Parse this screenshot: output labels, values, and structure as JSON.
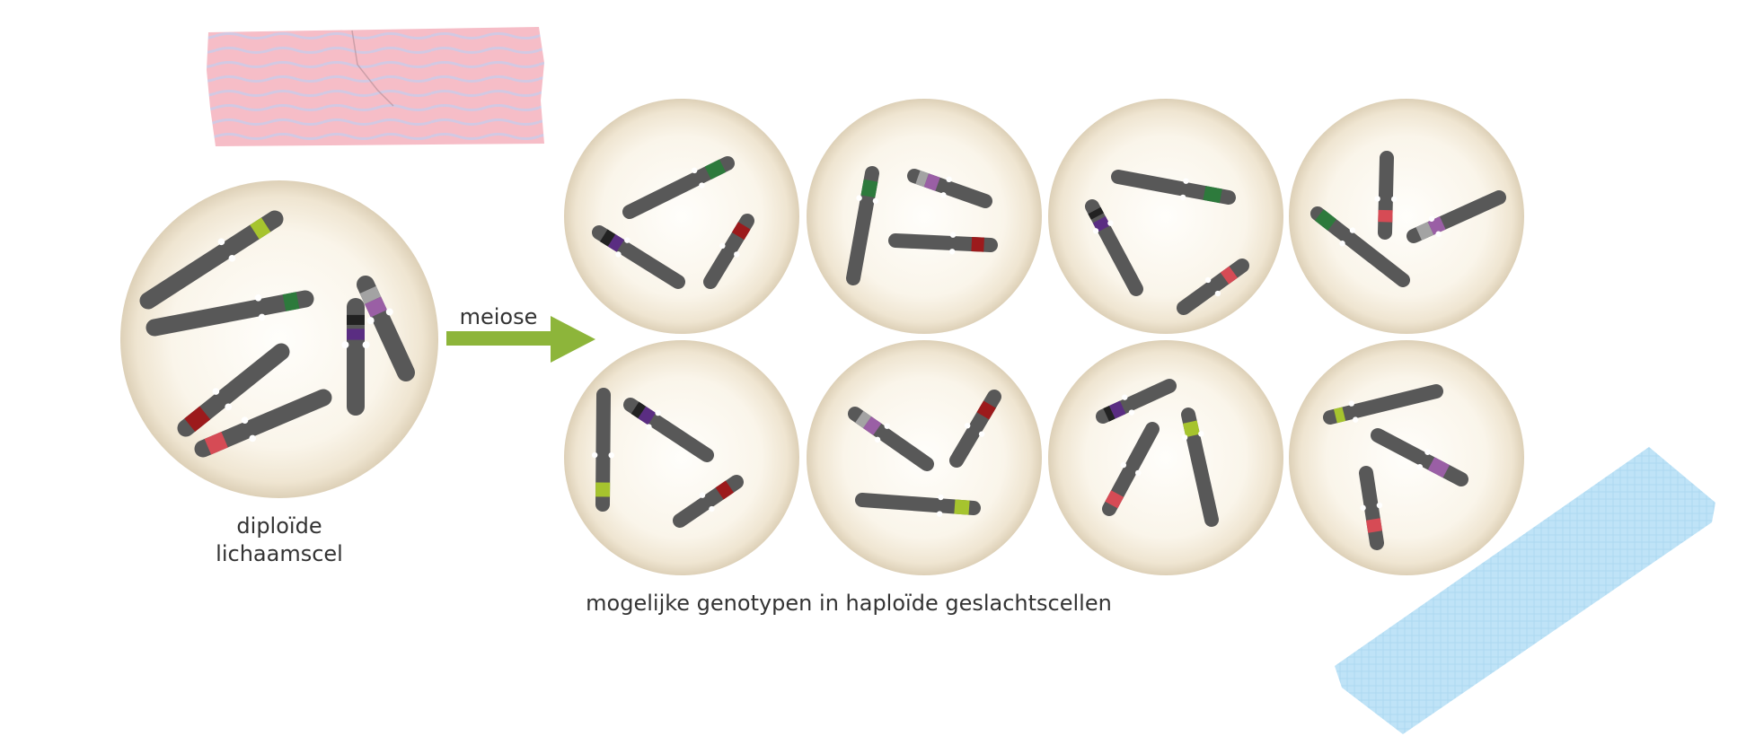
{
  "labels": {
    "process": "meiose",
    "diploid_line1": "diploïde",
    "diploid_line2": "lichaamscel",
    "haploid_caption": "mogelijke genotypen in haploïde geslachtscellen"
  },
  "colors": {
    "chromosome": "#585858",
    "cell_fill": "#fbf7ef",
    "cell_edge": "#dfd3bc",
    "arrow": "#8db53a",
    "tape_pink": "#f4b7c2",
    "tape_blue": "#b9e0f6",
    "band_lime": "#a6c42e",
    "band_green": "#2d7a3c",
    "band_gray": "#a3a3a3",
    "band_purple_light": "#9a5fa5",
    "band_purple_dark": "#5a2d82",
    "band_black": "#222222",
    "band_red_dark": "#9c1a1c",
    "band_red_light": "#d64b55"
  },
  "decorations": [
    "pink-tape",
    "blue-tape"
  ]
}
